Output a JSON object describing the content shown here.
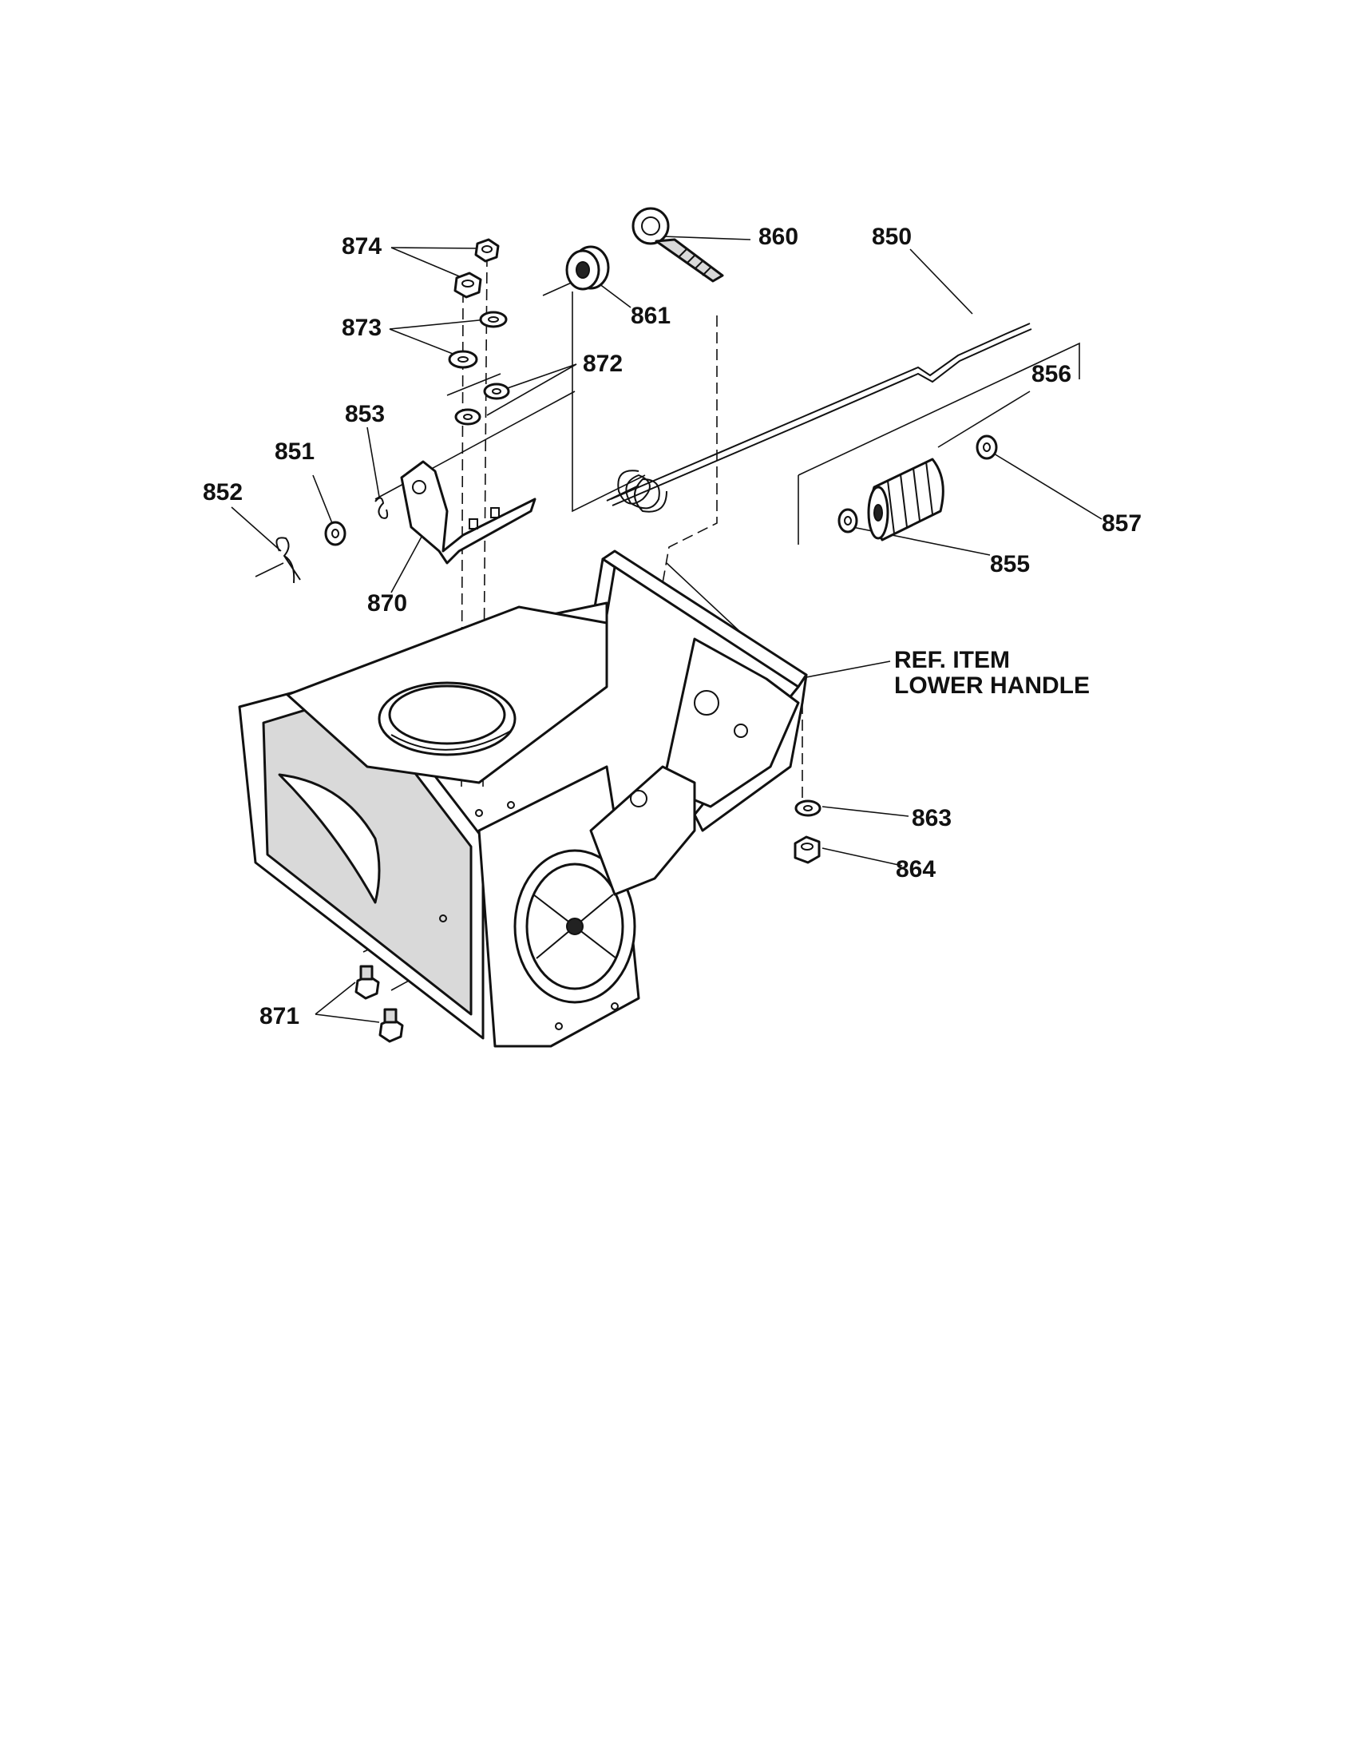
{
  "callouts": {
    "p850": "850",
    "p851": "851",
    "p852": "852",
    "p853": "853",
    "p855": "855",
    "p856": "856",
    "p857": "857",
    "p860": "860",
    "p861": "861",
    "p863": "863",
    "p864": "864",
    "p870": "870",
    "p871": "871",
    "p872": "872",
    "p873": "873",
    "p874": "874"
  },
  "ref_item": {
    "line1": "REF. ITEM",
    "line2": "LOWER HANDLE"
  }
}
